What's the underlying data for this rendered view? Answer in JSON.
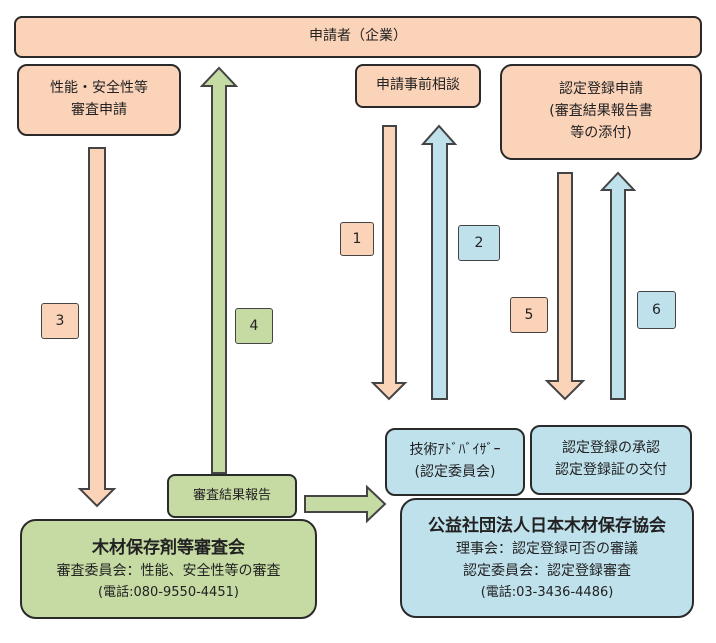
{
  "applicant": "申請者（企業）",
  "perf_request": [
    "性能・安全性等",
    "審査申請"
  ],
  "consult": "申請事前相談",
  "cert_request": [
    "認定登録申請",
    "(審査結果報告書",
    "等の添付)"
  ],
  "review_report": "審査結果報告",
  "advisor": [
    "技術ｱﾄﾞﾊﾞｲｻﾞｰ",
    "(認定委員会)"
  ],
  "approval": [
    "認定登録の承認",
    "認定登録証の交付"
  ],
  "council": {
    "name": "木材保存剤等審査会",
    "line1": "審査委員会：性能、安全性等の審査",
    "phone": "(電話:080-9550-4451)"
  },
  "association": {
    "name": "公益社団法人日本木材保存協会",
    "line1": "理事会：認定登録可否の審議",
    "line2": "認定委員会：認定登録審査",
    "phone": "(電話:03-3436-4486)"
  },
  "steps": [
    "1",
    "2",
    "3",
    "4",
    "5",
    "6"
  ],
  "colors": {
    "orange": "#fbd3b9",
    "green": "#c6dba3",
    "blue": "#bfe1ec"
  }
}
